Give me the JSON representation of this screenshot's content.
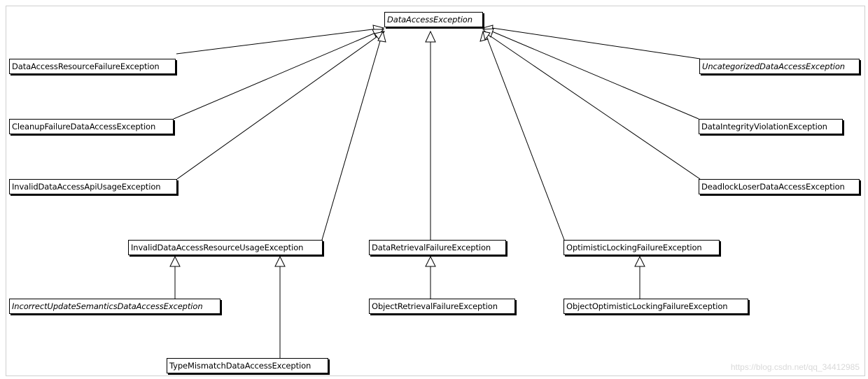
{
  "diagram": {
    "root": "DataAccessException",
    "classes": {
      "root": "DataAccessException",
      "resource_failure": "DataAccessResourceFailureException",
      "cleanup_failure": "CleanupFailureDataAccessException",
      "api_usage": "InvalidDataAccessApiUsageException",
      "resource_usage": "InvalidDataAccessResourceUsageException",
      "incorrect_update": "IncorrectUpdateSemanticsDataAccessException",
      "type_mismatch": "TypeMismatchDataAccessException",
      "retrieval_failure": "DataRetrievalFailureException",
      "object_retrieval": "ObjectRetrievalFailureException",
      "optimistic_locking": "OptimisticLockingFailureException",
      "object_optimistic": "ObjectOptimisticLockingFailureException",
      "uncategorized": "UncategorizedDataAccessException",
      "integrity_violation": "DataIntegrityViolationException",
      "deadlock_loser": "DeadlockLoserDataAccessException"
    },
    "abstract_classes": [
      "root",
      "incorrect_update",
      "uncategorized"
    ],
    "inheritance": [
      {
        "child": "resource_failure",
        "parent": "root"
      },
      {
        "child": "cleanup_failure",
        "parent": "root"
      },
      {
        "child": "api_usage",
        "parent": "root"
      },
      {
        "child": "resource_usage",
        "parent": "root"
      },
      {
        "child": "retrieval_failure",
        "parent": "root"
      },
      {
        "child": "optimistic_locking",
        "parent": "root"
      },
      {
        "child": "uncategorized",
        "parent": "root"
      },
      {
        "child": "integrity_violation",
        "parent": "root"
      },
      {
        "child": "deadlock_loser",
        "parent": "root"
      },
      {
        "child": "incorrect_update",
        "parent": "resource_usage"
      },
      {
        "child": "type_mismatch",
        "parent": "resource_usage"
      },
      {
        "child": "object_retrieval",
        "parent": "retrieval_failure"
      },
      {
        "child": "object_optimistic",
        "parent": "optimistic_locking"
      }
    ]
  },
  "watermark": "https://blog.csdn.net/qq_34412985"
}
